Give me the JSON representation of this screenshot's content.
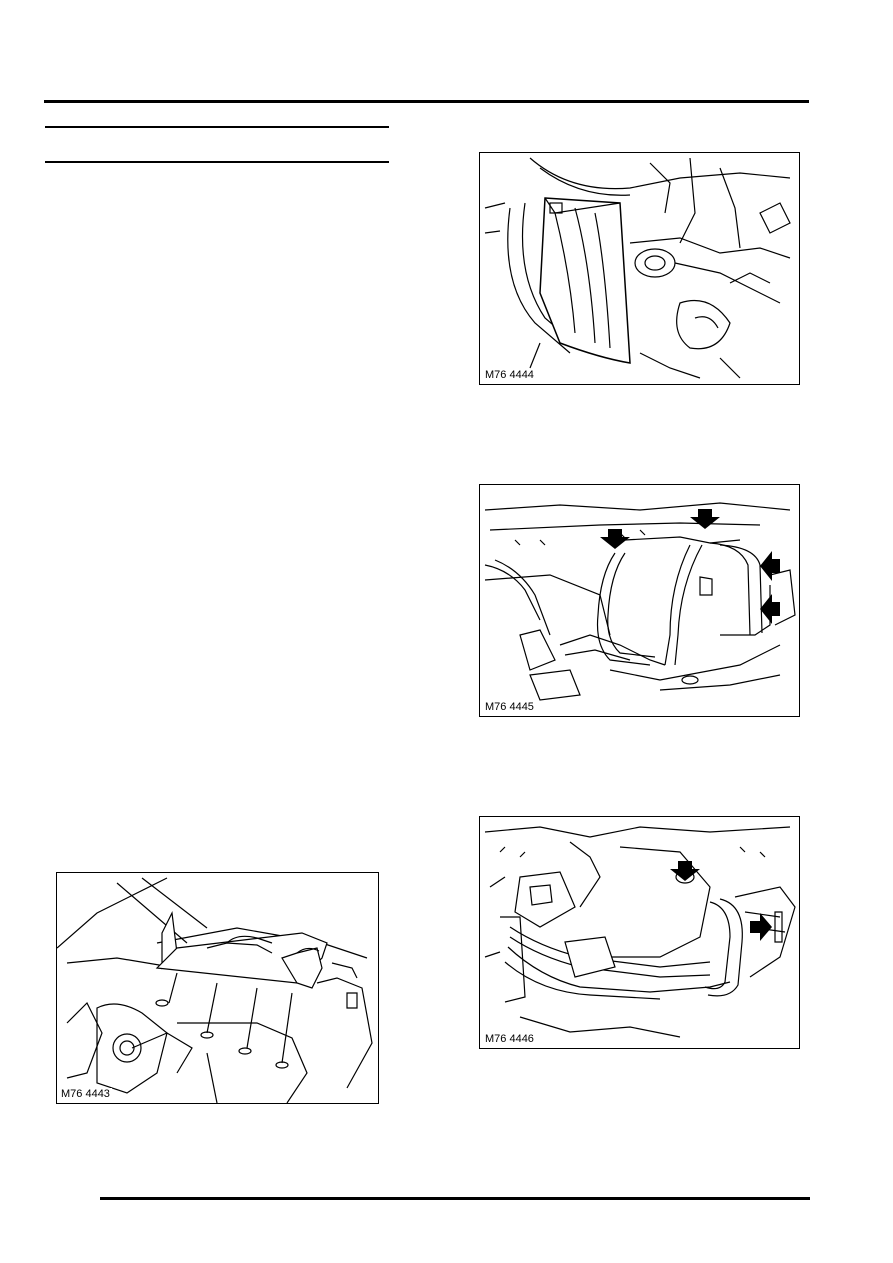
{
  "figures": {
    "fig1": {
      "label": "M76 4443"
    },
    "fig2": {
      "label": "M76 4444"
    },
    "fig3": {
      "label": "M76 4445"
    },
    "fig4": {
      "label": "M76 4446"
    }
  }
}
